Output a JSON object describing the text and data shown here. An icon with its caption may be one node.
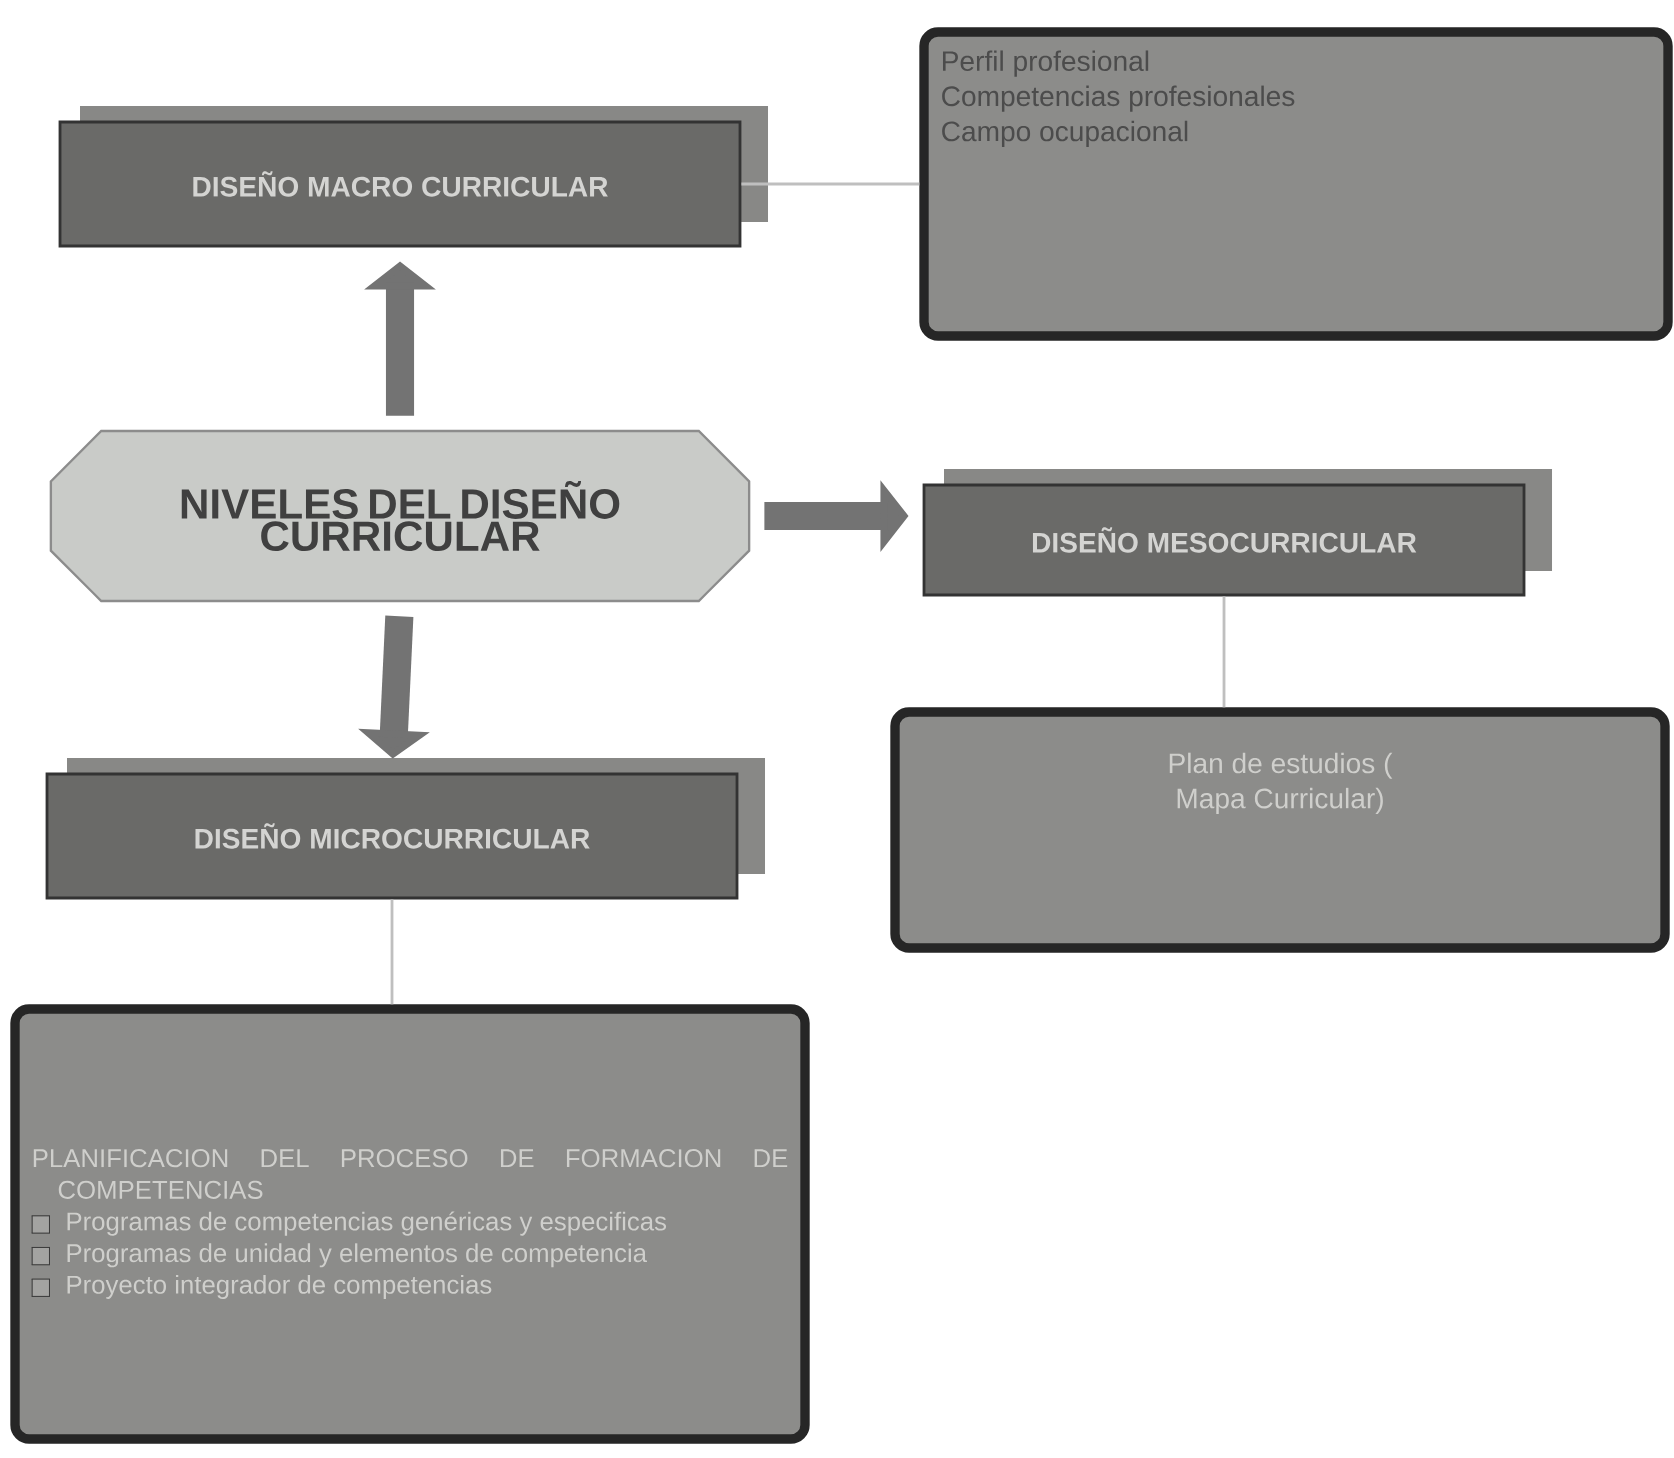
{
  "diagram": {
    "nodes": [
      {
        "text": [
          "NIVELES DEL DISEÑO CURRICULAR"
        ]
      },
      {
        "text": [
          "DISEÑO MACRO CURRICULAR"
        ]
      },
      {
        "text": [
          "Perfil profesional",
          "Competencias profesionales",
          "Campo ocupacional"
        ]
      },
      {
        "text": [
          "DISEÑO MESOCURRICULAR"
        ]
      },
      {
        "text": [
          "Plan de estudios ( Mapa Curricular)"
        ]
      },
      {
        "text": [
          "DISEÑO MICROCURRICULAR"
        ]
      },
      {
        "text": [
          "PLANIFICACION DEL PROCESO DE FORMACION DE COMPETENCIAS",
          "Programas de competencias genéricas y especificas",
          "Programas de unidad y elementos de competencia",
          "Proyecto integrador de competencias"
        ]
      }
    ],
    "edges": [
      {
        "from": 0,
        "to": 1,
        "arrow": "to",
        "style": "thick"
      },
      {
        "from": 0,
        "to": 3,
        "arrow": "to",
        "style": "thick"
      },
      {
        "from": 0,
        "to": 5,
        "arrow": "to",
        "style": "thick"
      },
      {
        "from": 1,
        "to": 2,
        "arrow": "none"
      },
      {
        "from": 3,
        "to": 4,
        "arrow": "none"
      },
      {
        "from": 5,
        "to": 6,
        "arrow": "none"
      }
    ]
  }
}
